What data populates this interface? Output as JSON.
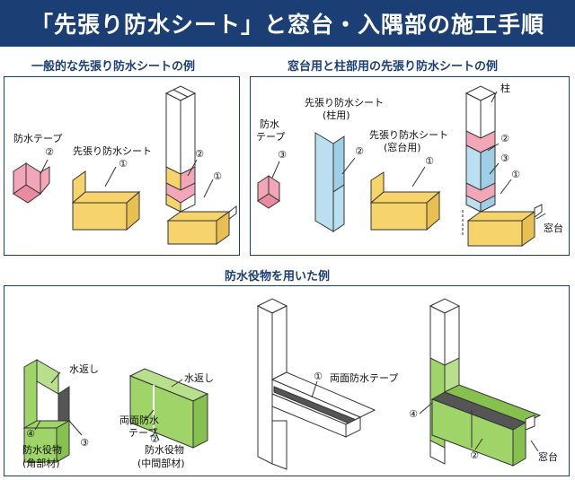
{
  "title": "「先張り防水シート」と窓台・入隅部の施工手順",
  "sections": {
    "general": "一般的な先張り防水シートの例",
    "windowsill_pillar": "窓台用と柱部用の先張り防水シートの例",
    "flashing": "防水役物を用いた例"
  },
  "labels": {
    "waterproof_tape": "防水テープ",
    "waterproof_tape_l1": "防水",
    "waterproof_tape_l2": "テープ",
    "pre_sheet": "先張り防水シート",
    "pre_sheet_pillar_l1": "先張り防水シート",
    "pre_sheet_pillar_l2": "(柱用)",
    "pre_sheet_sill_l1": "先張り防水シート",
    "pre_sheet_sill_l2": "(窓台用)",
    "pillar": "柱",
    "windowsill": "窓台",
    "mizugaeshi": "水返し",
    "double_tape_l1": "両面防水",
    "double_tape_l2": "テープ",
    "double_tape": "両面防水テープ",
    "flash_corner_l1": "防水役物",
    "flash_corner_l2": "(角部材)",
    "flash_mid_l1": "防水役物",
    "flash_mid_l2": "(中間部材)"
  },
  "numbers": {
    "n1": "①",
    "n2": "②",
    "n3": "③",
    "n4": "④"
  },
  "colors": {
    "navy": "#1b3f74",
    "yellow": "#f6d36b",
    "pink": "#f2a7b8",
    "blue": "#b9dff0",
    "green": "#9ed468",
    "dark": "#555555"
  }
}
